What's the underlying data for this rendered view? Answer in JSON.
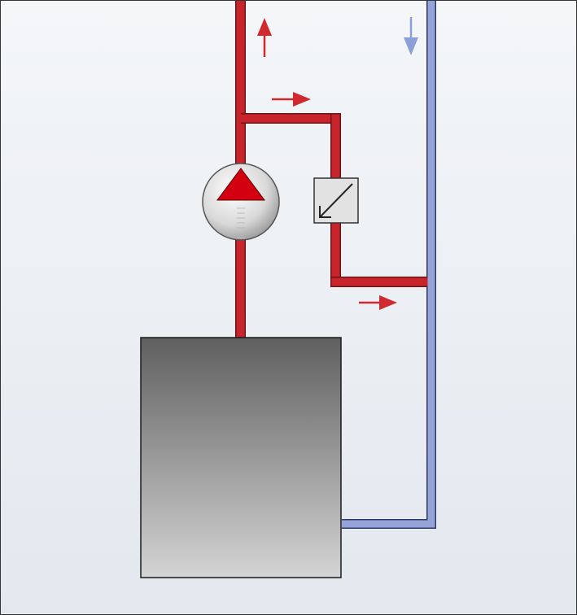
{
  "diagram": {
    "type": "heating-circuit-schematic",
    "colors": {
      "background_top": "#f4f6f8",
      "background_bottom": "#e3e8ef",
      "border": "#333333",
      "supply_pipe": "#c8242b",
      "supply_pipe_outline": "#6e1215",
      "return_pipe": "#94a3d8",
      "return_pipe_outline": "#2e3a66",
      "flow_arrow_supply": "#d02a30",
      "flow_arrow_return": "#8b9fd8",
      "pump_triangle": "#d20010",
      "boiler_top": "#5f5f5f",
      "boiler_bottom": "#d4d4d4",
      "valve_fill": "#e2e2e2"
    },
    "components": [
      {
        "id": "boiler",
        "icon": "boiler-tank-icon"
      },
      {
        "id": "pump",
        "icon": "circulation-pump-icon"
      },
      {
        "id": "bypass-valve",
        "icon": "differential-pressure-valve-icon"
      }
    ],
    "flow_arrows": [
      {
        "id": "supply-up",
        "pipe": "supply",
        "direction": "up"
      },
      {
        "id": "return-down",
        "pipe": "return",
        "direction": "down"
      },
      {
        "id": "bypass-in",
        "pipe": "supply",
        "direction": "right"
      },
      {
        "id": "bypass-out",
        "pipe": "supply",
        "direction": "right"
      }
    ]
  }
}
